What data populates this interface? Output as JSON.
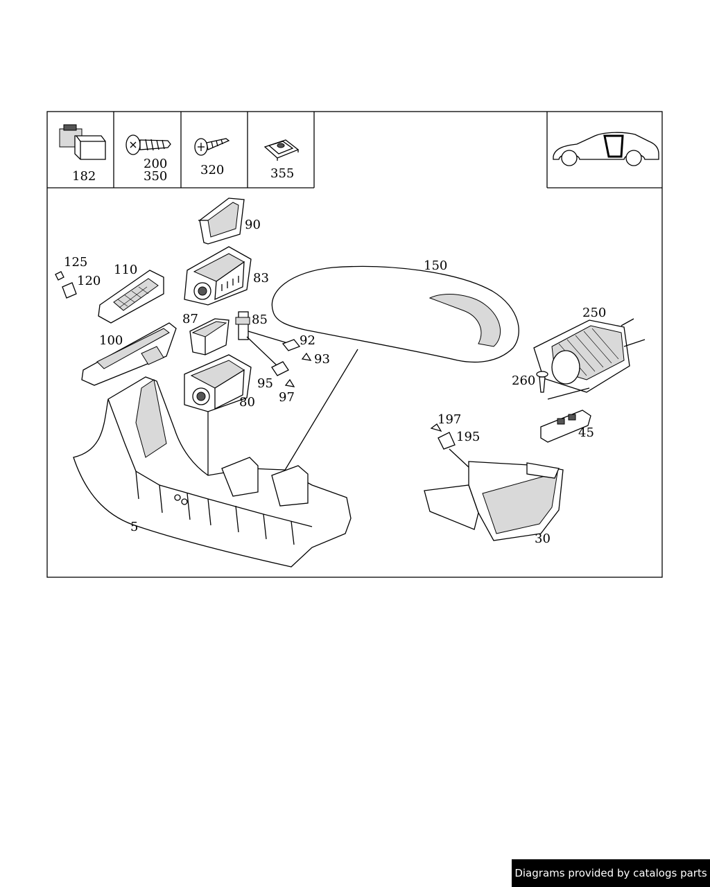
{
  "hardware_callouts": {
    "clip": "182",
    "screw_a": "200",
    "screw_b": "350",
    "screw_c": "320",
    "nut": "355"
  },
  "part_callouts": {
    "p5": "5",
    "p30": "30",
    "p45": "45",
    "p80": "80",
    "p83": "83",
    "p85": "85",
    "p87": "87",
    "p90": "90",
    "p92": "92",
    "p93": "93",
    "p95": "95",
    "p97": "97",
    "p100": "100",
    "p110": "110",
    "p120": "120",
    "p125": "125",
    "p150": "150",
    "p195": "195",
    "p197": "197",
    "p250": "250",
    "p260": "260"
  },
  "watermark": "Diagrams provided by catalogs parts",
  "colors": {
    "line": "#000000",
    "background": "#ffffff",
    "watermark_bg": "#000000",
    "watermark_text": "#ffffff"
  },
  "icons": {
    "vehicle_locator": "car-side-outline-icon"
  }
}
